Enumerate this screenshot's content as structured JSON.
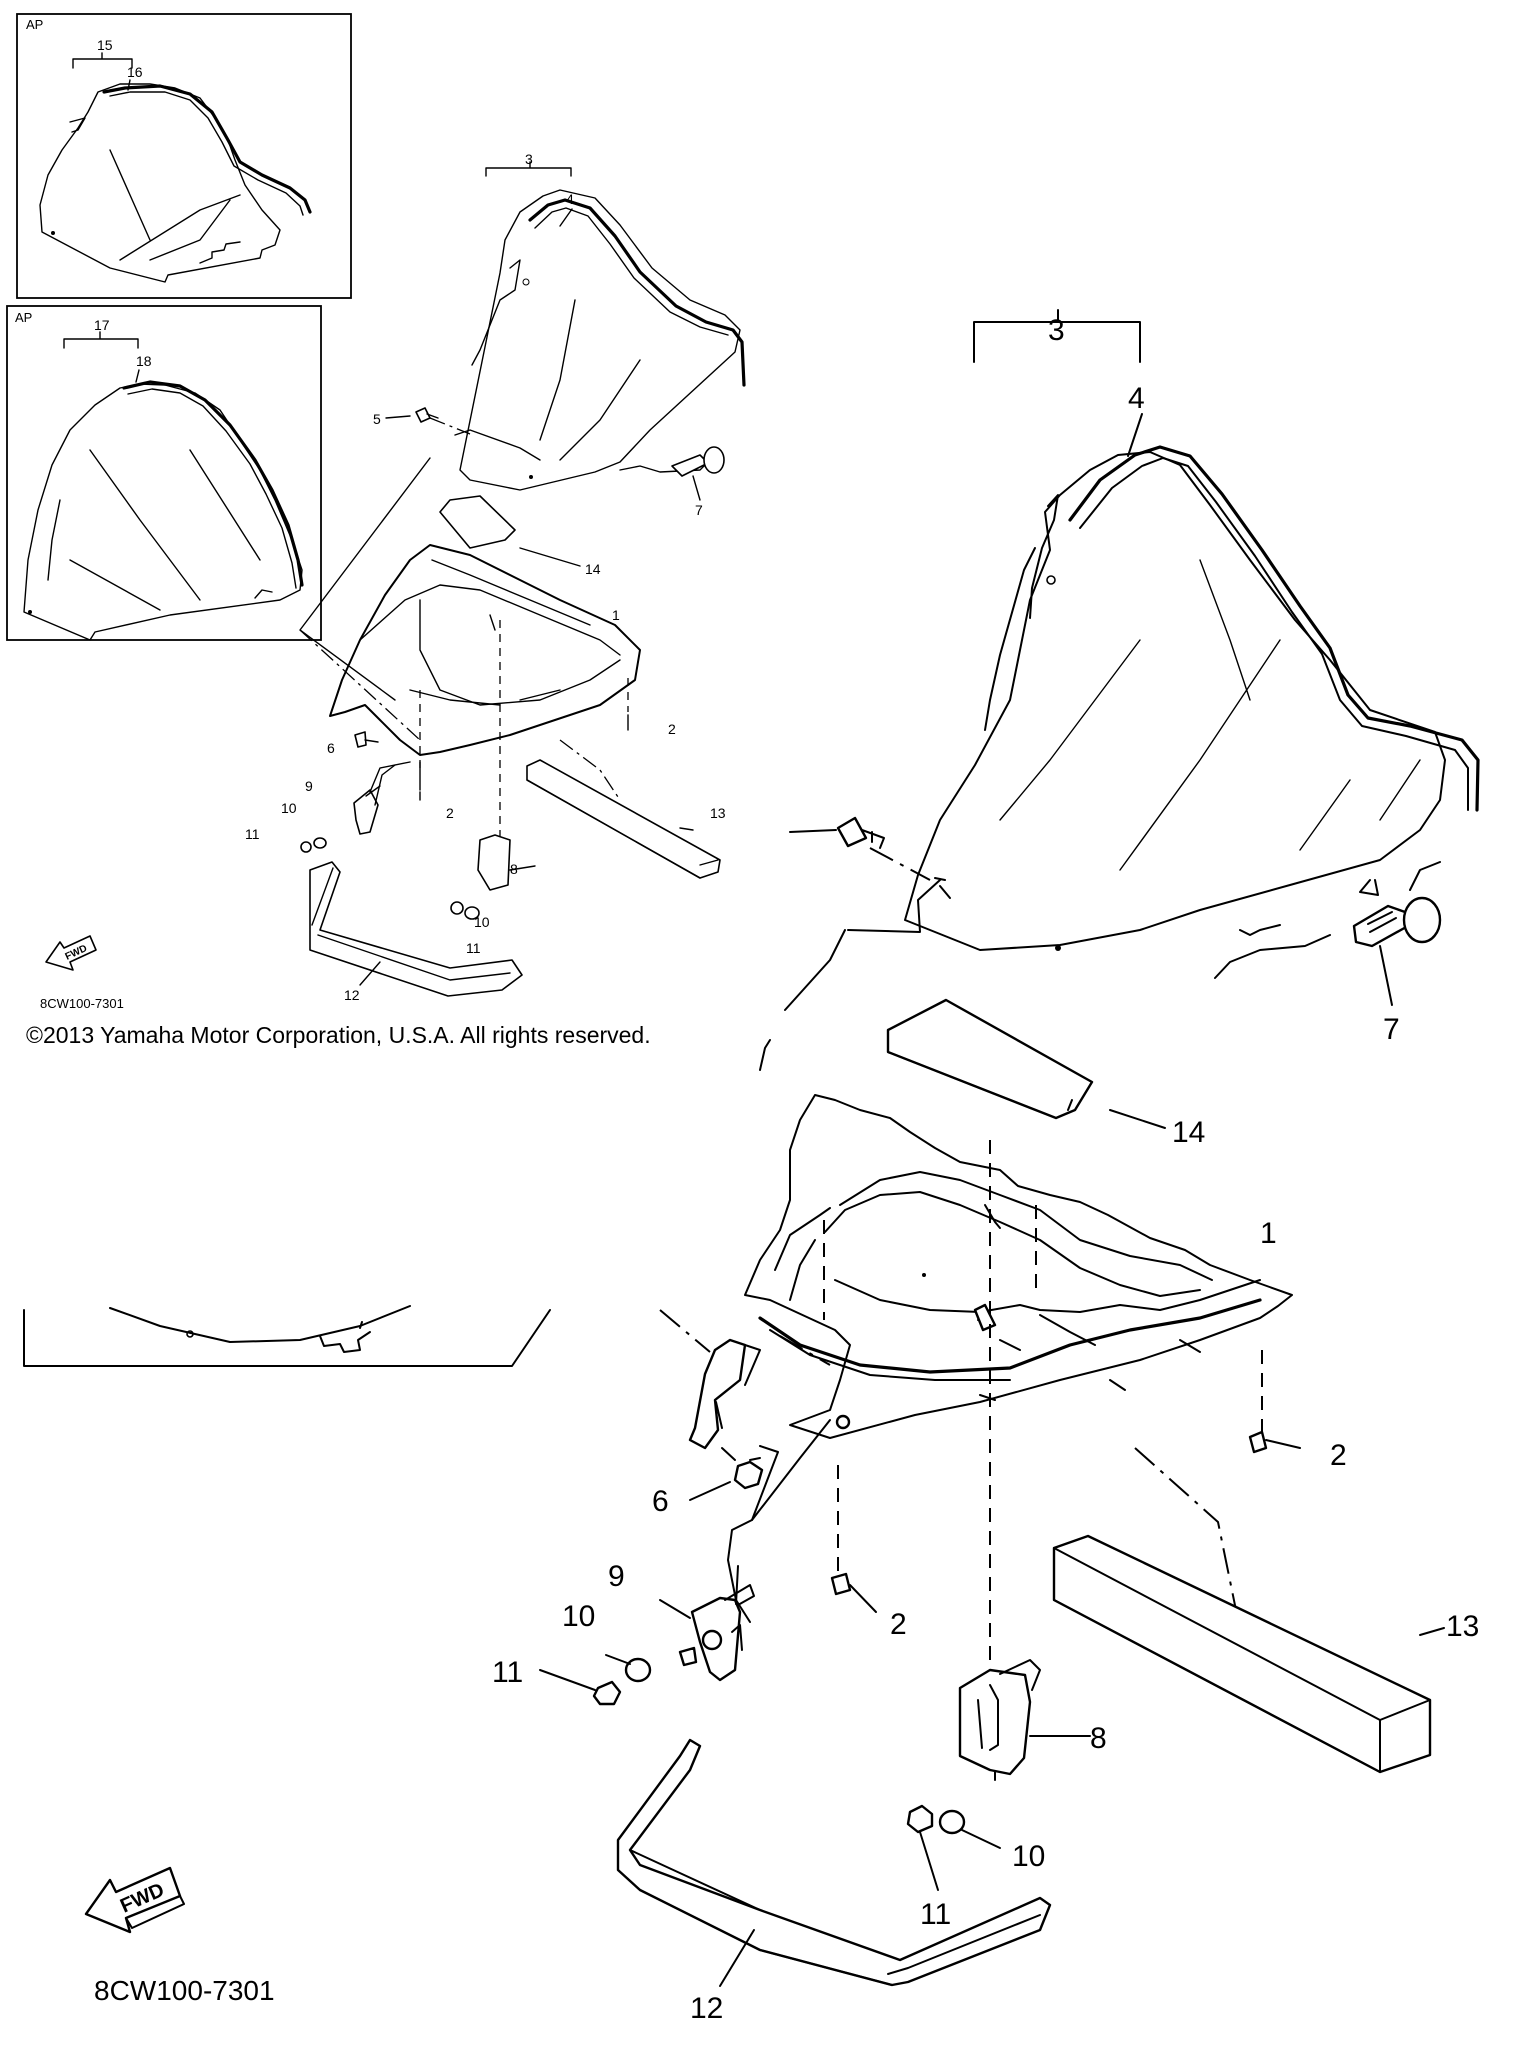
{
  "insets": [
    {
      "tag": "AP",
      "labels": [
        "15",
        "16"
      ]
    },
    {
      "tag": "AP",
      "labels": [
        "17",
        "18"
      ]
    }
  ],
  "small_view": {
    "callouts": [
      "1",
      "2",
      "2",
      "3",
      "4",
      "5",
      "6",
      "7",
      "8",
      "9",
      "10",
      "10",
      "11",
      "11",
      "12",
      "13",
      "14"
    ],
    "fwd": "FWD",
    "code": "8CW100-7301"
  },
  "copyright": "©2013 Yamaha Motor Corporation, U.S.A. All rights reserved.",
  "large_view": {
    "callouts": [
      "1",
      "2",
      "2",
      "3",
      "4",
      "6",
      "7",
      "8",
      "9",
      "10",
      "10",
      "11",
      "11",
      "12",
      "13",
      "14"
    ],
    "fwd": "FWD",
    "code": "8CW100-7301"
  }
}
